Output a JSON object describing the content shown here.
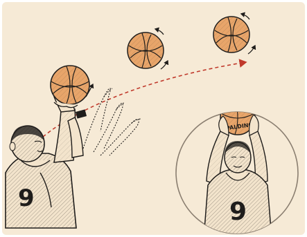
{
  "illustration": {
    "colors": {
      "background": "#f6ead6",
      "page": "#ffffff",
      "skin": "#f3e4cc",
      "ink": "#1f1d1b",
      "ball": "#e8a56a",
      "ball_dark": "#c97c42",
      "trajectory": "#c0392b",
      "inset_border": "#8a7e70"
    },
    "shooter": {
      "jersey_number": "9"
    },
    "inset": {
      "jersey_number": "9",
      "ball_text": "SPALDING"
    }
  }
}
